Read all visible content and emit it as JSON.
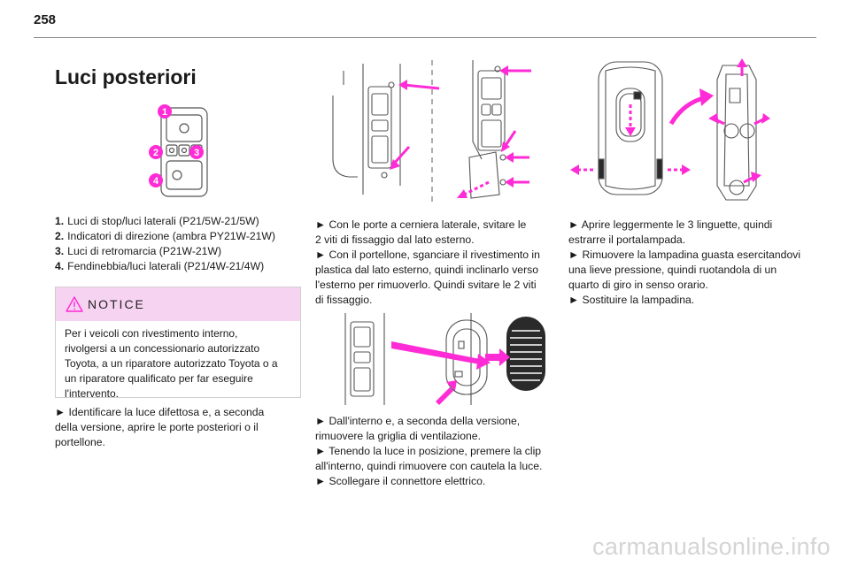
{
  "page": {
    "number": "258"
  },
  "section": {
    "title": "Luci posteriori"
  },
  "badges": [
    "1",
    "2",
    "3",
    "4"
  ],
  "bulb_list": [
    {
      "num": "1.",
      "text": "Luci di stop/luci laterali (P21/5W-21/5W)"
    },
    {
      "num": "2.",
      "text": "Indicatori di direzione (ambra PY21W-21W)"
    },
    {
      "num": "3.",
      "text": "Luci di retromarcia (P21W-21W)"
    },
    {
      "num": "4.",
      "text": "Fendinebbia/luci laterali (P21/4W-21/4W)"
    }
  ],
  "notice": {
    "title": "NOTICE",
    "lines": [
      "Per i veicoli con rivestimento interno,",
      "rivolgersi a un concessionario autorizzato",
      "Toyota, a un riparatore autorizzato Toyota o a",
      "un riparatore qualificato per far eseguire",
      "l'intervento."
    ]
  },
  "col1_para": [
    "► Identificare la luce difettosa e, a seconda",
    "della versione, aprire le porte posteriori o il",
    "portellone."
  ],
  "col2_para_a": [
    "► Con le porte a cerniera laterale, svitare le",
    "2 viti di fissaggio dal lato esterno.",
    "► Con il portellone, sganciare il rivestimento in",
    "plastica dal lato esterno, quindi inclinarlo verso",
    "l'esterno per rimuoverlo. Quindi svitare le 2 viti",
    "di fissaggio."
  ],
  "col2_para_b": [
    "► Dall'interno e, a seconda della versione,",
    "rimuovere la griglia di ventilazione.",
    "► Tenendo la luce in posizione, premere la clip",
    "all'interno, quindi rimuovere con cautela la luce.",
    "► Scollegare il connettore elettrico."
  ],
  "col3_para": [
    "► Aprire leggermente le 3 linguette, quindi",
    "estrarre il portalampada.",
    "► Rimuovere la lampadina guasta esercitandovi",
    "una lieve pressione, quindi ruotandola di un",
    "quarto di giro in senso orario.",
    "► Sostituire la lampadina."
  ],
  "watermark": "carmanualsonline.info",
  "colors": {
    "accent": "#ff2bd6",
    "notice_bg": "#f7d3f2",
    "rule": "#8a8a8a"
  }
}
